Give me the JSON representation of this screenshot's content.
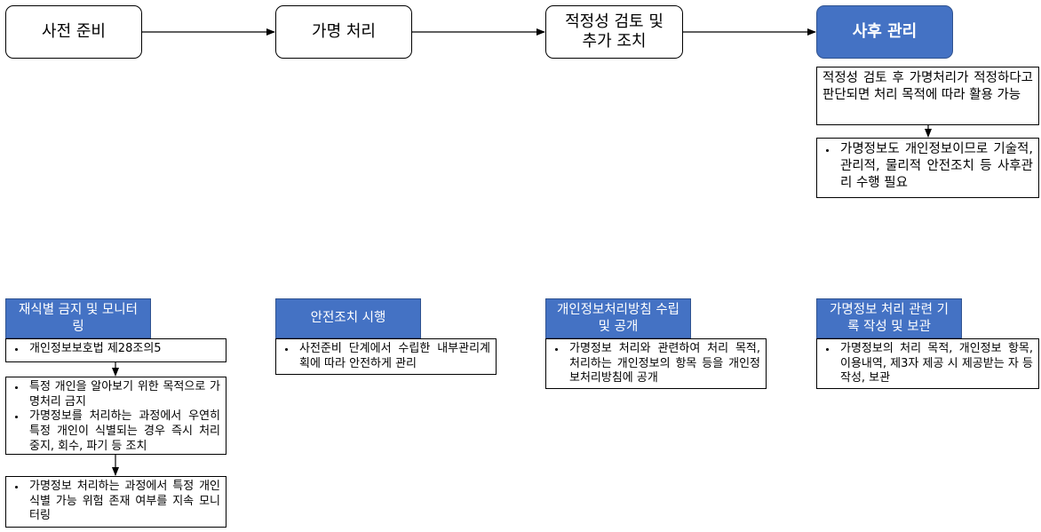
{
  "stages": [
    {
      "label": "사전 준비"
    },
    {
      "label": "가명 처리"
    },
    {
      "label": "적정성 검토 및 추가 조치"
    },
    {
      "label": "사후 관리"
    }
  ],
  "post_management": {
    "note": "적정성 검토 후 가명처리가 적정하다고 판단되면 처리 목적에 따라 활용 가능",
    "bullet": "가명정보도 개인정보이므로 기술적, 관리적, 물리적 안전조치 등 사후관리 수행 필요"
  },
  "measures": [
    {
      "title": "재식별 금지 및 모니터링",
      "boxes": [
        [
          "개인정보보호법 제28조의5"
        ],
        [
          "특정 개인을 알아보기 위한 목적으로 가명처리 금지",
          "가명정보를 처리하는 과정에서 우연히 특정 개인이 식별되는 경우 즉시 처리 중지, 회수, 파기 등 조치"
        ],
        [
          "가명정보 처리하는 과정에서 특정 개인 식별 가능 위험 존재 여부를 지속 모니터링"
        ]
      ]
    },
    {
      "title": "안전조치 시행",
      "boxes": [
        [
          "사전준비 단계에서 수립한 내부관리계획에 따라 안전하게 관리"
        ]
      ]
    },
    {
      "title": "개인정보처리방침 수립 및 공개",
      "boxes": [
        [
          "가명정보 처리와 관련하여 처리 목적, 처리하는 개인정보의 항목 등을 개인정보처리방침에 공개"
        ]
      ]
    },
    {
      "title": "가명정보 처리 관련 기록 작성 및 보관",
      "boxes": [
        [
          "가명정보의 처리 목적, 개인정보 항목, 이용내역, 제3자 제공 시 제공받는 자 등 작성, 보관"
        ]
      ]
    }
  ],
  "colors": {
    "accent": "#4472C4",
    "accent_border": "#2F528F",
    "line": "#000000"
  }
}
